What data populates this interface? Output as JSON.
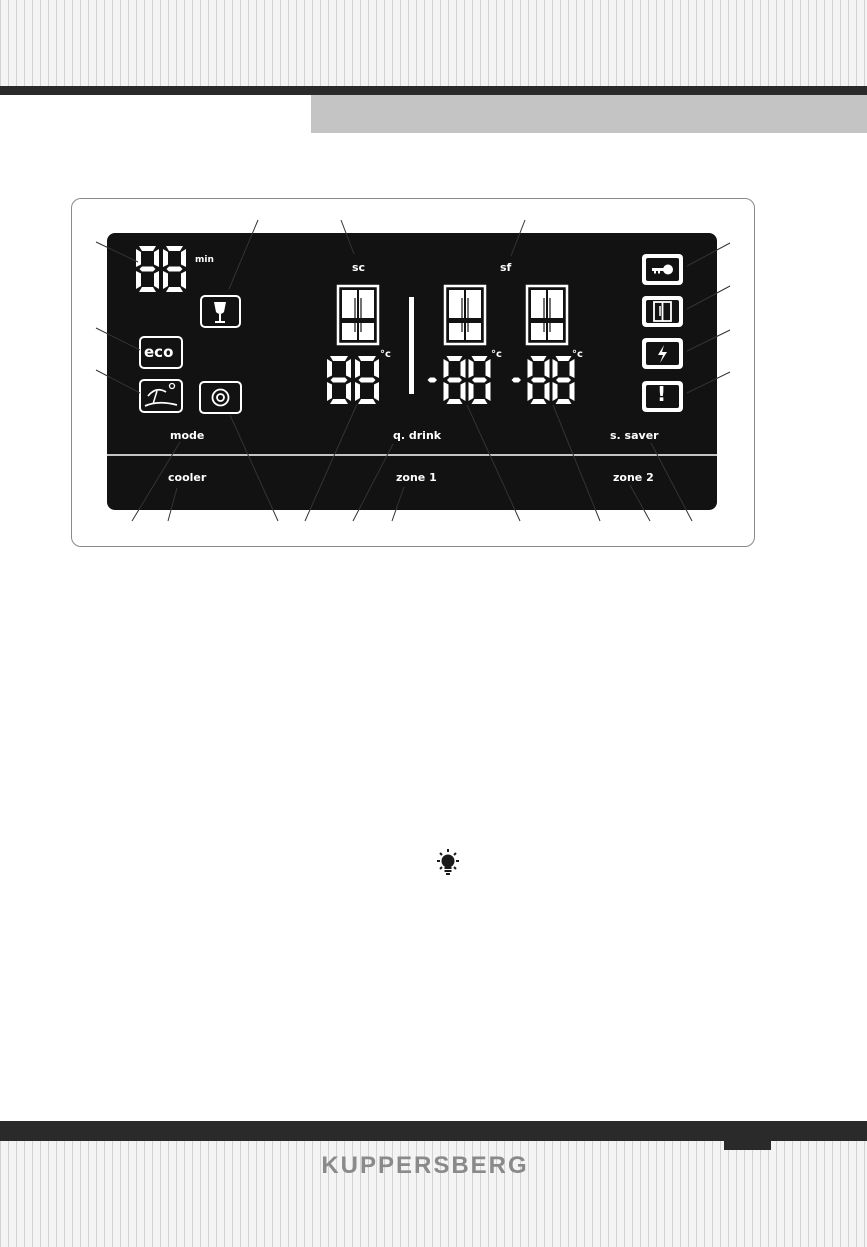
{
  "display": {
    "labels": {
      "min": "min",
      "sc": "sc",
      "sf": "sf",
      "celsius_1": "°c",
      "celsius_2": "°c",
      "celsius_3": "°c",
      "mode": "mode",
      "q_drink": "q. drink",
      "s_saver": "s. saver",
      "cooler": "cooler",
      "zone_1": "zone 1",
      "zone_2": "zone 2",
      "eco": "eco",
      "alarm": "!"
    },
    "digits": {
      "timer": "88",
      "fridge": "88",
      "zone1": "-88",
      "zone2": "-88"
    },
    "icons": [
      "wine-glass-icon",
      "eco-icon",
      "vacation-icon",
      "turbo-icon",
      "key-lock-icon",
      "door-open-icon",
      "lightning-icon",
      "alarm-icon",
      "fridge-icon"
    ],
    "colors": {
      "panel": "#121212",
      "segment": "#ffffff",
      "frame": "#8a8a8a"
    }
  },
  "footer": {
    "brand": "KUPPERSBERG"
  }
}
